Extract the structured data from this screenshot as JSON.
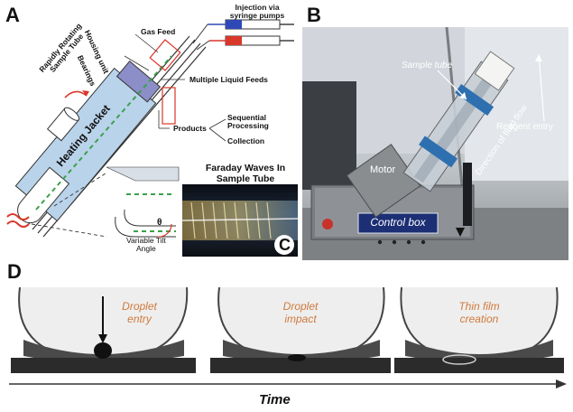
{
  "panels": {
    "a": "A",
    "b": "B",
    "c": "C",
    "d": "D"
  },
  "schematic": {
    "injection": "Injection via\nsyringe pumps",
    "gas_feed": "Gas Feed",
    "housing_unit": "Housing unit",
    "bearings": "Bearings",
    "multiple_liquid_feeds": "Multiple Liquid Feeds",
    "rotating_tube": "Rapidly Rotating\nSample Tube",
    "heating_jacket": "Heating Jacket",
    "products": "Products",
    "sequential_processing": "Sequential Processing",
    "collection": "Collection",
    "theta": "θ",
    "tilt_angle": "Variable Tilt\nAngle"
  },
  "photo": {
    "sample_tube": "Sample tube",
    "fluid_flow": "Direction of fluid flow",
    "reagent_entry": "Reagent entry",
    "motor": "Motor",
    "control_box": "Control box"
  },
  "faraday": {
    "title": "Faraday Waves In\nSample Tube"
  },
  "droplets": {
    "frames": [
      {
        "text": "Droplet\nentry"
      },
      {
        "text": "Droplet\nimpact"
      },
      {
        "text": "Thin film\ncreation"
      }
    ],
    "time_label": "Time"
  },
  "colors": {
    "jacket": "#b9d3ea",
    "accent_red": "#d9372a",
    "droplet_text": "#d07a3c",
    "flow_green": "#3aa04a",
    "blue_clamp": "#2e6fb0"
  }
}
